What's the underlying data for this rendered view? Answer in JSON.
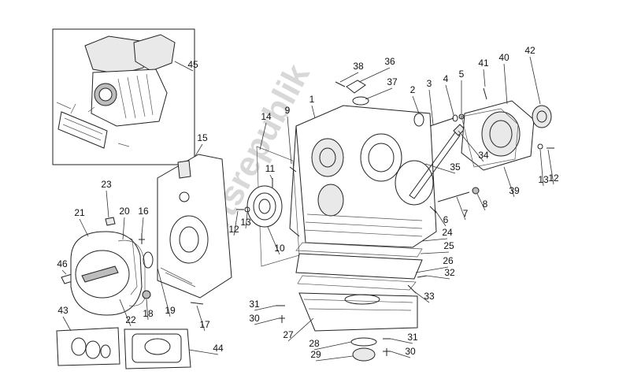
{
  "diagram": {
    "watermark": "Partsrepublik",
    "callouts": [
      "1",
      "2",
      "3",
      "4",
      "5",
      "6",
      "7",
      "8",
      "9",
      "10",
      "11",
      "12",
      "12",
      "13",
      "13",
      "14",
      "15",
      "16",
      "17",
      "18",
      "19",
      "20",
      "21",
      "22",
      "23",
      "24",
      "25",
      "26",
      "27",
      "28",
      "29",
      "30",
      "30",
      "31",
      "31",
      "32",
      "33",
      "34",
      "35",
      "36",
      "37",
      "38",
      "39",
      "40",
      "41",
      "42",
      "43",
      "44",
      "45",
      "46"
    ]
  }
}
